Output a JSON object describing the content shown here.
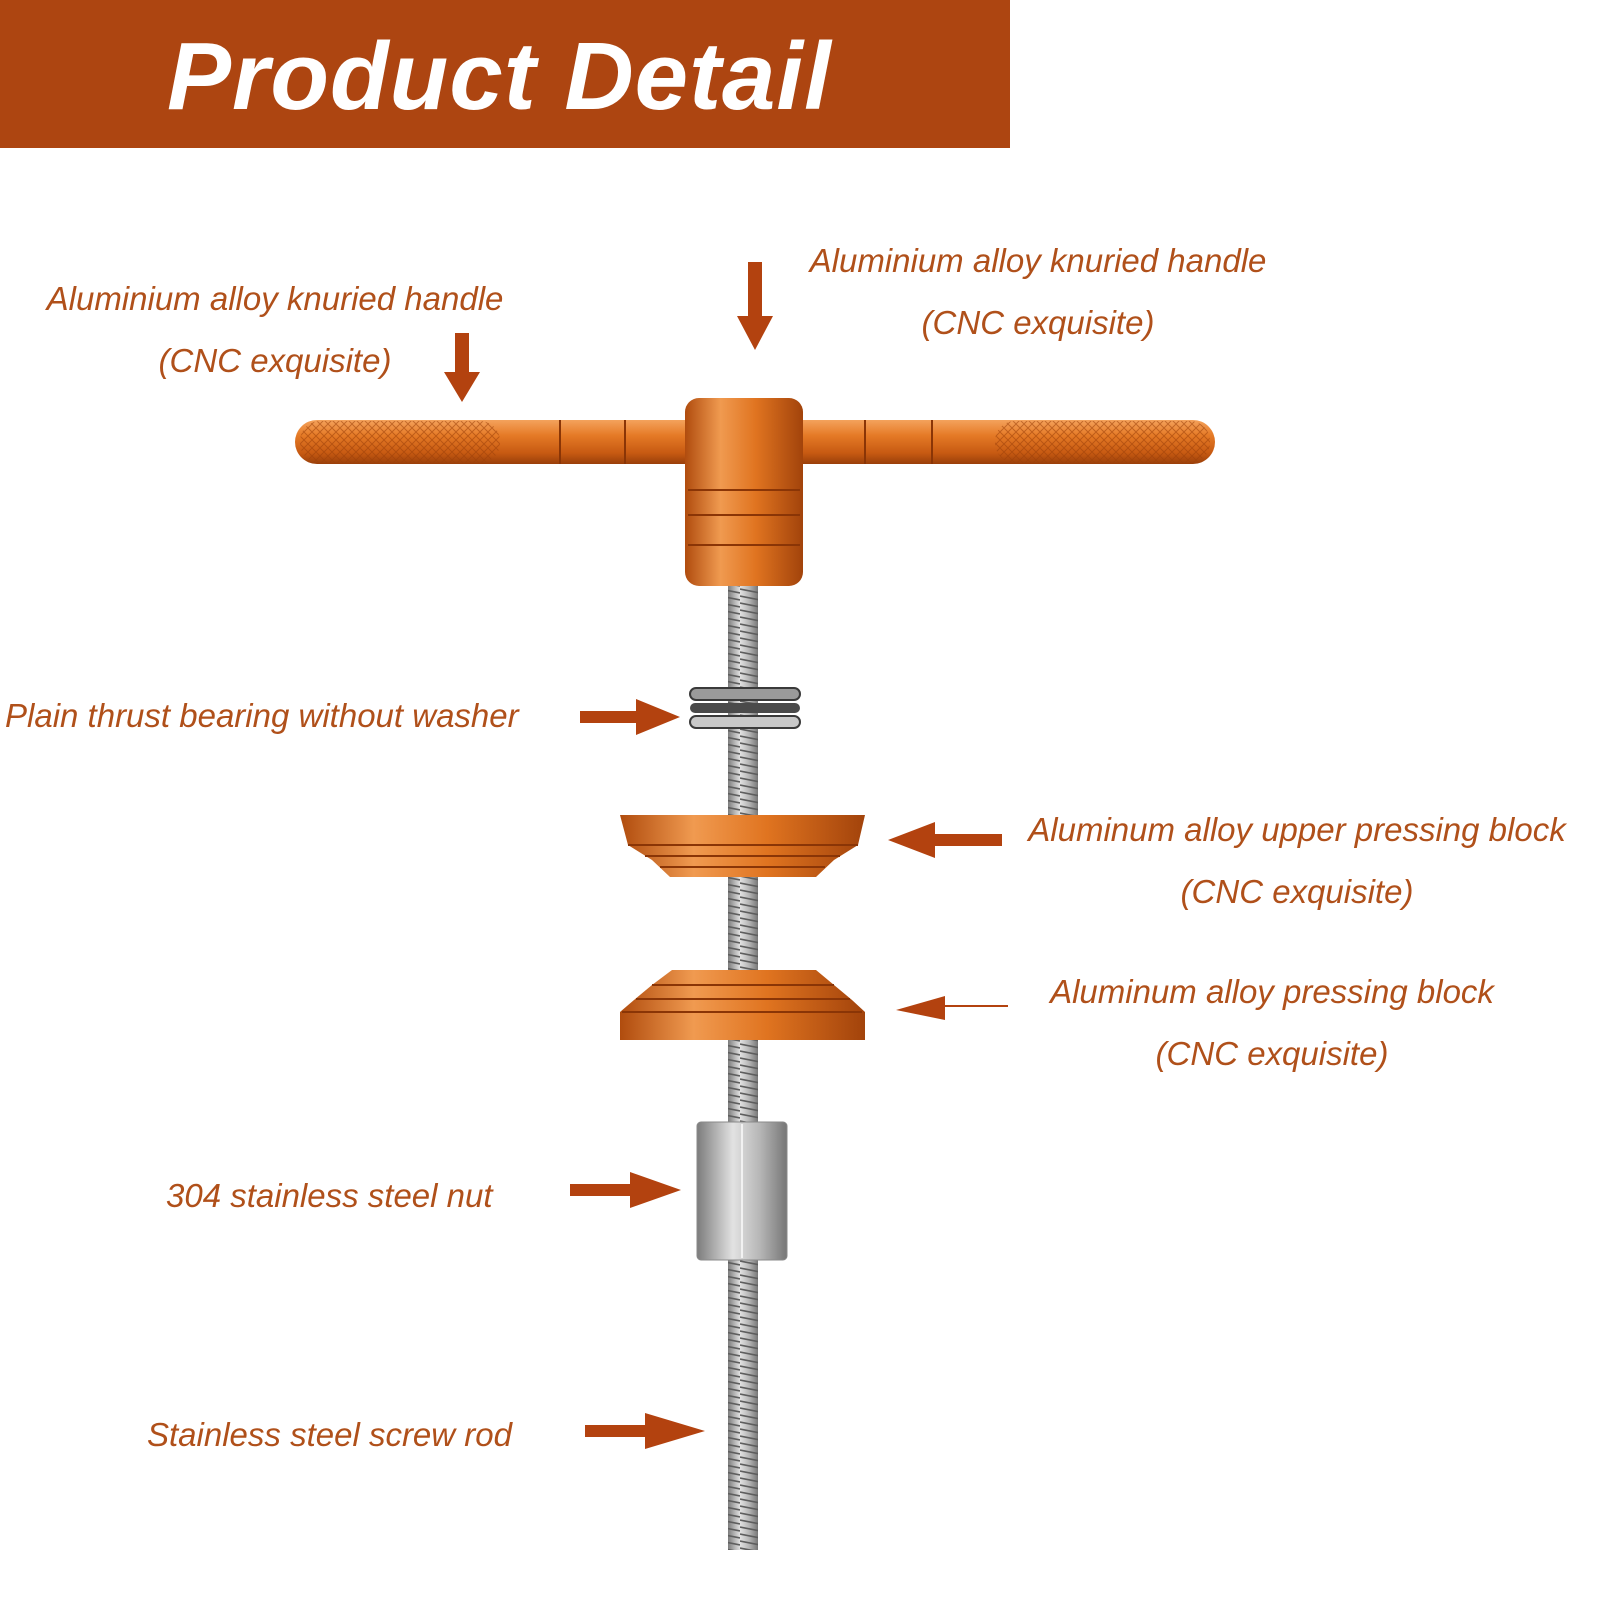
{
  "banner": {
    "title": "Product Detail"
  },
  "callouts": {
    "handle_left": {
      "line1": "Aluminium alloy knuried handle",
      "line2": "(CNC exquisite)"
    },
    "handle_right": {
      "line1": "Aluminium alloy knuried handle",
      "line2": "(CNC exquisite)"
    },
    "bearing": {
      "line1": "Plain thrust bearing without washer"
    },
    "upper_block": {
      "line1": "Aluminum alloy upper pressing block",
      "line2": "(CNC exquisite)"
    },
    "lower_block": {
      "line1": "Aluminum alloy pressing block",
      "line2": "(CNC exquisite)"
    },
    "nut": {
      "line1": "304 stainless steel nut"
    },
    "rod": {
      "line1": "Stainless steel screw rod"
    }
  },
  "colors": {
    "banner": "#ad4511",
    "label": "#b0501a",
    "arrow": "#b3420f",
    "anodized_orange": "#e0741f",
    "steel": "#b9b9b9"
  },
  "icons": {
    "arrow": "solid-arrow-icon"
  }
}
